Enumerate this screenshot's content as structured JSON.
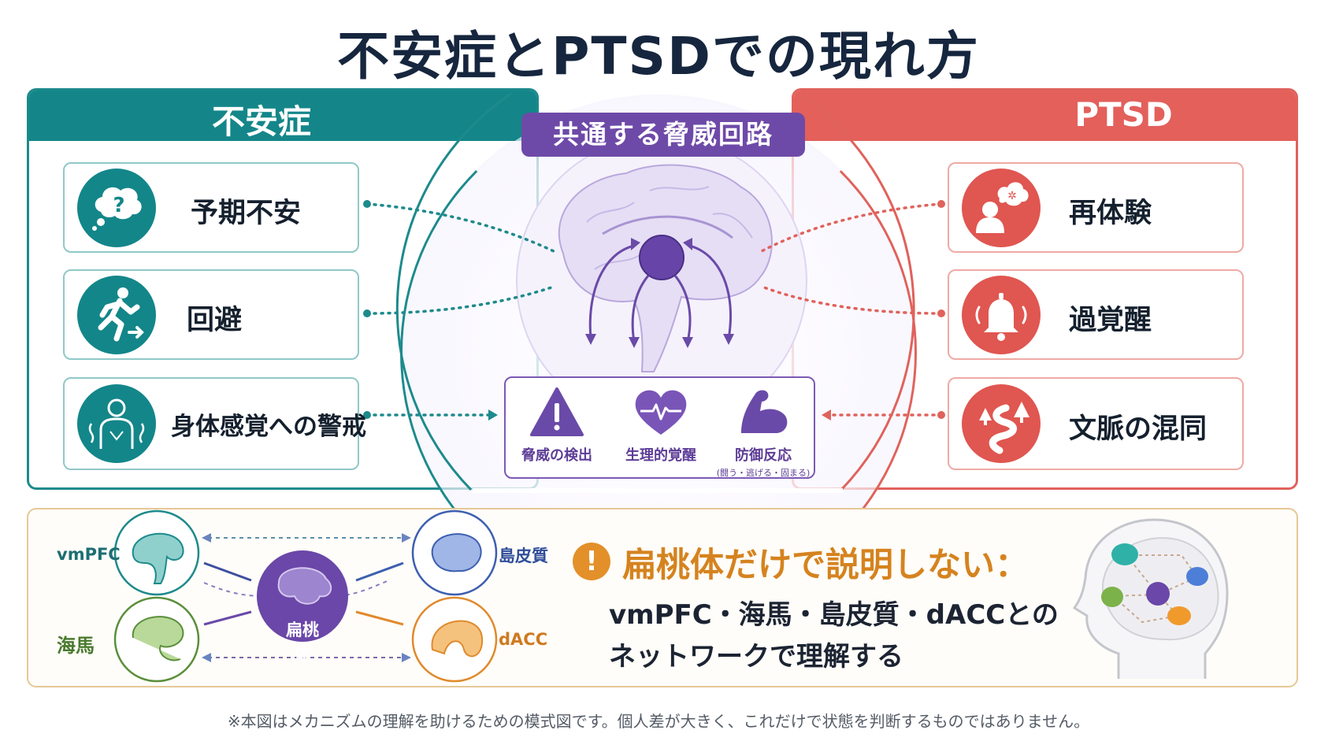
{
  "title": "不安症とPTSDでの現れ方",
  "anxiety": {
    "header": "不安症",
    "items": [
      {
        "label": "予期不安",
        "icon": "question-thought-bubble-icon"
      },
      {
        "label": "回避",
        "icon": "running-person-icon"
      },
      {
        "label": "身体感覚への警戒",
        "icon": "body-sensation-icon"
      }
    ]
  },
  "ptsd": {
    "header": "PTSD",
    "items": [
      {
        "label": "再体験",
        "icon": "flashback-person-icon"
      },
      {
        "label": "過覚醒",
        "icon": "alarm-bell-icon"
      },
      {
        "label": "文脈の混同",
        "icon": "winding-road-icon"
      }
    ]
  },
  "center": {
    "banner": "共通する脅威回路",
    "responses": [
      {
        "label": "脅威の検出",
        "icon": "warning-triangle-icon"
      },
      {
        "label": "生理的覚醒",
        "icon": "heartbeat-icon"
      },
      {
        "label": "防御反応",
        "sub": "(闘う・逃げる・固まる)",
        "icon": "flexed-arm-icon"
      }
    ]
  },
  "network": {
    "center_label": "扁桃体",
    "regions": [
      {
        "label": "vmPFC",
        "color": "#1d8a8c"
      },
      {
        "label": "島皮質",
        "color": "#3d5fb0"
      },
      {
        "label": "海馬",
        "color": "#5a8f3a"
      },
      {
        "label": "dACC",
        "color": "#e08a2c"
      }
    ]
  },
  "note": {
    "icon_text": "!",
    "heading": "扁桃体だけで説明しない：",
    "line1": "vmPFC・海馬・島皮質・dACCとの",
    "line2": "ネットワークで理解する"
  },
  "footer": "※本図はメカニズムの理解を助けるための模式図です。個人差が大きく、これだけで状態を判断するものではありません。",
  "colors": {
    "anxiety": "#148689",
    "ptsd": "#e3605b",
    "threat": "#6e4aa8",
    "note": "#e3902a"
  }
}
